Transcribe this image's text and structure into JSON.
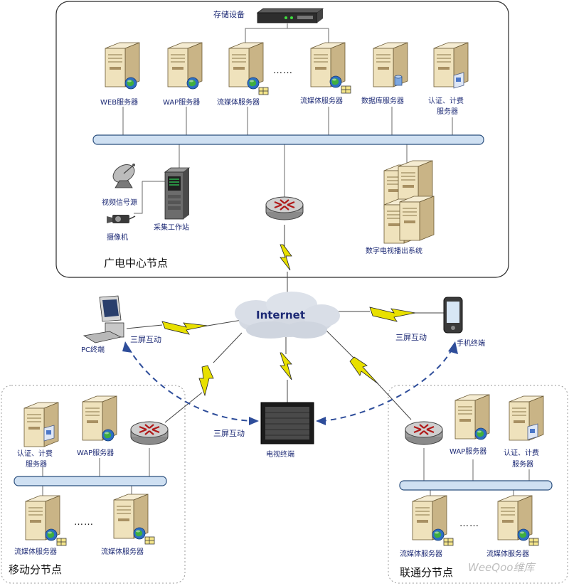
{
  "regions": {
    "center_title": "广电中心节点",
    "mobile_title": "移动分节点",
    "unicom_title": "联通分节点"
  },
  "center": {
    "storage": "存储设备",
    "web_server": "WEB服务器",
    "wap_server": "WAP服务器",
    "streaming_server": "流媒体服务器",
    "streaming_server_2": "流媒体服务器",
    "db_server": "数据库服务器",
    "auth_server_line1": "认证、计费",
    "auth_server_line2": "服务器",
    "ellipsis": "……",
    "video_source": "视频信号源",
    "camera": "摄像机",
    "capture_station": "采集工作站",
    "broadcast_system": "数字电视播出系统"
  },
  "cloud": {
    "label": "Internet"
  },
  "terminals": {
    "pc": "PC终端",
    "mobile": "手机终端",
    "tv": "电视终端",
    "interaction_left": "三屏互动",
    "interaction_right": "三屏互动",
    "interaction_bottom": "三屏互动"
  },
  "mobile_node": {
    "auth_line1": "认证、计费",
    "auth_line2": "服务器",
    "wap_server": "WAP服务器",
    "streaming_a": "流媒体服务器",
    "streaming_b": "流媒体服务器",
    "ellipsis": "……"
  },
  "unicom_node": {
    "wap_server": "WAP服务器",
    "auth_line1": "认证、计费",
    "auth_line2": "服务器",
    "streaming_a": "流媒体服务器",
    "streaming_b": "流媒体服务器",
    "ellipsis": "……"
  },
  "watermark": "WeeQoo维库",
  "colors": {
    "bus": "#cfe0f2",
    "bus_stroke": "#2b4f7e",
    "lightning": "#e8e000",
    "dashed_arrow": "#2e4d9a",
    "server_body": "#ecdcae"
  }
}
